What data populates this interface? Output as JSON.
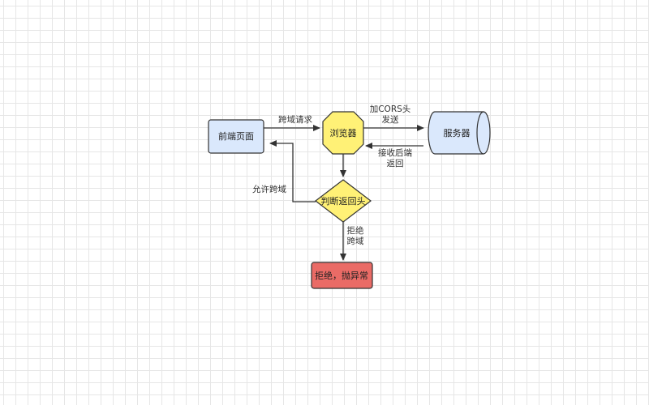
{
  "diagram": {
    "nodes": {
      "frontend": {
        "label": "前端页面",
        "fill": "#dae8fc",
        "stroke": "#6c8ebf"
      },
      "browser": {
        "label": "浏览器",
        "fill": "#fff176",
        "stroke": "#d6b656"
      },
      "server": {
        "label": "服务器",
        "fill": "#dae8fc",
        "stroke": "#6c8ebf"
      },
      "decision": {
        "label": "判断返回头",
        "fill": "#fff176",
        "stroke": "#d6b656"
      },
      "reject": {
        "label": "拒绝，抛异常",
        "fill": "#ea6b66",
        "stroke": "#b85450"
      }
    },
    "edges": {
      "cross_request": {
        "label": "跨域请求"
      },
      "add_cors_send": {
        "line1": "加CORS头",
        "line2": "发送"
      },
      "receive_return": {
        "line1": "接收后端",
        "line2": "返回"
      },
      "allow_cross": {
        "label": "允许跨域"
      },
      "reject_cross": {
        "line1": "拒绝",
        "line2": "跨域"
      }
    }
  }
}
